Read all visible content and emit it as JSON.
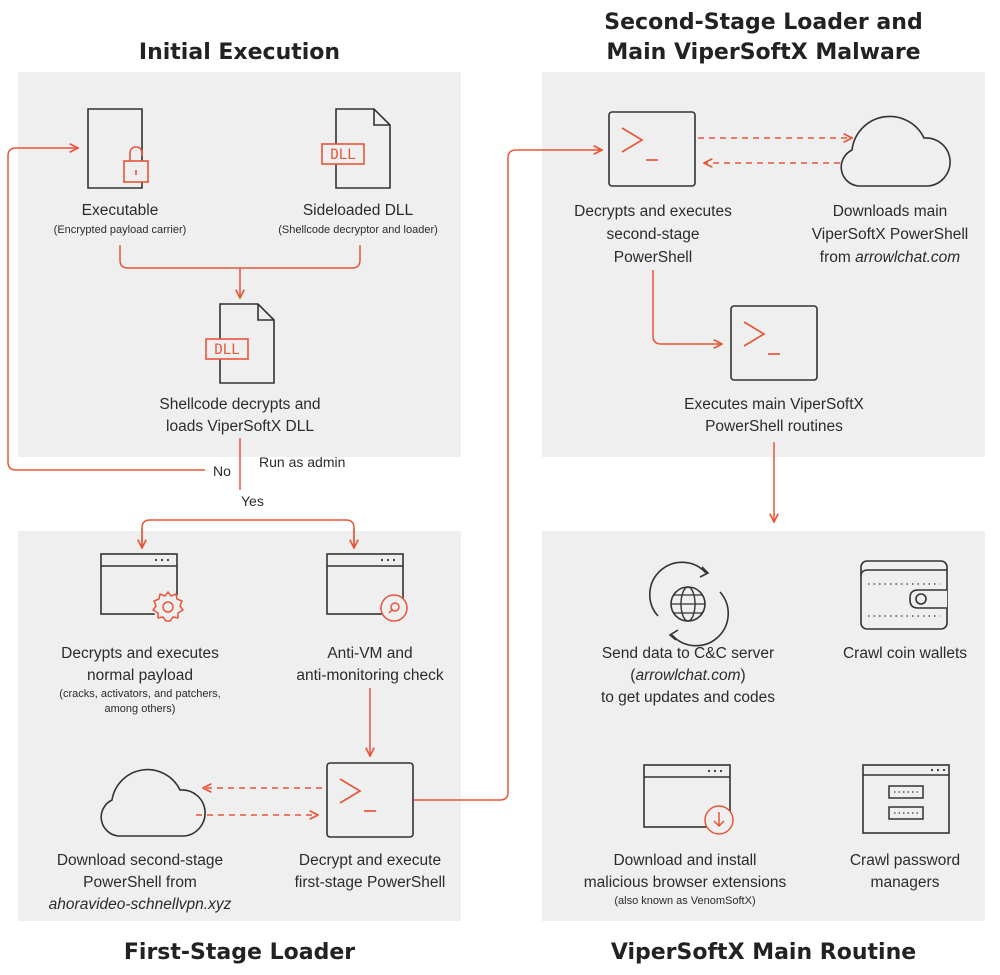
{
  "sections": {
    "initial": "Initial Execution",
    "second_stage_l1": "Second-Stage Loader and",
    "second_stage_l2": "Main ViperSoftX Malware",
    "first_stage": "First-Stage Loader",
    "main_routine": "ViperSoftX Main Routine"
  },
  "initial": {
    "executable": "Executable",
    "executable_sub": "(Encrypted payload carrier)",
    "dll_title": "Sideloaded DLL",
    "dll_sub": "(Shellcode decryptor and loader)",
    "dll_icon_text": "DLL",
    "shellcode_l1": "Shellcode decrypts and",
    "shellcode_l2": "loads ViperSoftX DLL"
  },
  "decision": {
    "run_as_admin": "Run as admin",
    "no": "No",
    "yes": "Yes"
  },
  "first_stage": {
    "normal_l1": "Decrypts and executes",
    "normal_l2": "normal payload",
    "normal_sub1": "(cracks, activators, and patchers,",
    "normal_sub2": "among others)",
    "antivm_l1": "Anti-VM and",
    "antivm_l2": "anti-monitoring check",
    "download_l1": "Download second-stage",
    "download_l2": "PowerShell from",
    "download_domain": "ahoravideo-schnellvpn.xyz",
    "decrypt_l1": "Decrypt and execute",
    "decrypt_l2": "first-stage PowerShell"
  },
  "second_stage": {
    "decrypt_l1": "Decrypts and executes",
    "decrypt_l2": "second-stage",
    "decrypt_l3": "PowerShell",
    "download_l1": "Downloads main",
    "download_l2": "ViperSoftX PowerShell",
    "download_l3_prefix": "from ",
    "download_domain": "arrowlchat.com",
    "exec_l1": "Executes main ViperSoftX",
    "exec_l2": "PowerShell routines"
  },
  "main_routine": {
    "send_l1": "Send data to C&C server",
    "send_domain": "arrowlchat.com",
    "send_l3": "to get updates and codes",
    "crawl_wallets": "Crawl coin wallets",
    "ext_l1": "Download and install",
    "ext_l2": "malicious browser extensions",
    "ext_sub": "(also known as VenomSoftX)",
    "crawl_pw_l1": "Crawl password",
    "crawl_pw_l2": "managers"
  },
  "colors": {
    "accent": "#e8563a",
    "panel": "#efefef",
    "icon_stroke": "#333333"
  },
  "icons": [
    "document-lock-icon",
    "dll-file-icon",
    "terminal-icon",
    "cloud-icon",
    "browser-gear-icon",
    "browser-search-icon",
    "globe-refresh-icon",
    "wallet-icon",
    "browser-download-icon",
    "password-manager-icon"
  ]
}
